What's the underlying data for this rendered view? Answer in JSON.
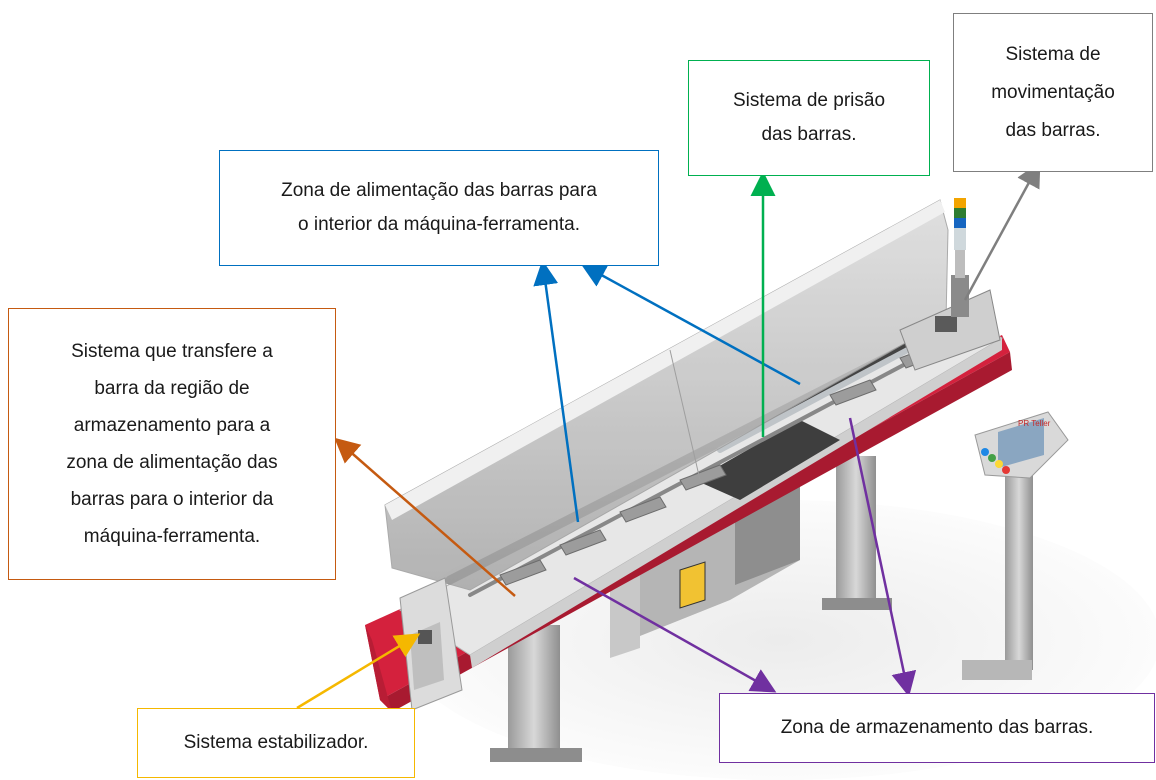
{
  "callouts": {
    "stabilizer": "Sistema estabilizador.",
    "storage": "Zona de armazenamento das barras.",
    "transfer": "Sistema que transfere a\nbarra da região de\narmazenamento para a\nzona de alimentação das\nbarras para o interior da\nmáquina-ferramenta.",
    "feeding": "Zona de alimentação das barras para\no interior da máquina-ferramenta.",
    "clamping": "Sistema de prisão\ndas barras.",
    "movement": "Sistema de\nmovimentação\ndas barras."
  },
  "panel_brand": "PR Teller",
  "colors": {
    "stabilizer": "#f5b800",
    "storage": "#7030a0",
    "transfer": "#c55a11",
    "feeding": "#0070c0",
    "clamping": "#00b050",
    "movement": "#7f7f7f",
    "frame_red": "#d4213d"
  }
}
